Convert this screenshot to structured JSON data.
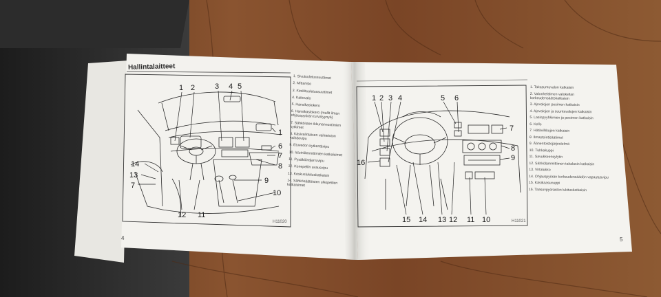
{
  "left_page": {
    "title": "Hallintalaitteet",
    "page_number": "4",
    "figure_code": "H11020",
    "callouts_top": [
      "1",
      "2",
      "3",
      "4",
      "5"
    ],
    "callouts_right": [
      "1",
      "6",
      "7",
      "8",
      "9",
      "10"
    ],
    "callouts_left": [
      "14",
      "13",
      "7"
    ],
    "callouts_bottom": [
      "12",
      "11"
    ],
    "legend": [
      "1. Sivutuuletussuuttimet",
      "2. Mittaristo",
      "3. Keskituuletussuuttimet",
      "4. Kattovalo",
      "5. Hansikaslokero",
      "6. Hansikaslokero (mallit ilman ohjauspyörän turvatyynyä)",
      "7. Sähköisten ikkunannostimien kytkimet",
      "8. Käsivalintaisen vaihteiston vaihdevipu",
      "9. Etuvedon kytkentävipu",
      "10. Istuinlämmittimien katkaisimet",
      "11. Pysäköintijarruvipu",
      "12. Konepellin avausvipu",
      "13. Keskuslukituskatkaisin",
      "14. Sähkösäätöisten ulkopeilien katkaisimet"
    ]
  },
  "right_page": {
    "page_number": "5",
    "figure_code": "H11021",
    "callouts_top": [
      "1",
      "2",
      "3",
      "4",
      "5",
      "6"
    ],
    "callouts_right": [
      "7",
      "8",
      "9"
    ],
    "callouts_left": [
      "16"
    ],
    "callouts_bottom": [
      "15",
      "14",
      "13",
      "12",
      "11",
      "10"
    ],
    "legend": [
      "1. Takasumuvalon katkaisin",
      "2. Valonheittimen valokeilan korkeudensäätökatkaisin",
      "3. Ajovalojen pesimen katkaisin",
      "4. Ajovalojen ja suuntavalojen katkaisin",
      "5. Lasinpyyhkimien ja pesimen katkaisin",
      "6. Kello",
      "7. Hätävilkkujen katkaisin",
      "8. Ilmastointisäätimet",
      "9. Äänentoistojärjestelmä",
      "10. Tuhkakuppi",
      "11. Savukkeensytytin",
      "12. Sähkölämmittimen takalasin katkaisin",
      "13. Virtalukko",
      "14. Ohjauspyörän korkeudensäädön vapautusvipu",
      "15. Käsikaasunuppi",
      "16. Taasuvpyörästön lukituskatkaisin"
    ]
  },
  "colors": {
    "wood": "#6a3d22",
    "paper": "#f3f2ee",
    "ink": "#222222"
  }
}
